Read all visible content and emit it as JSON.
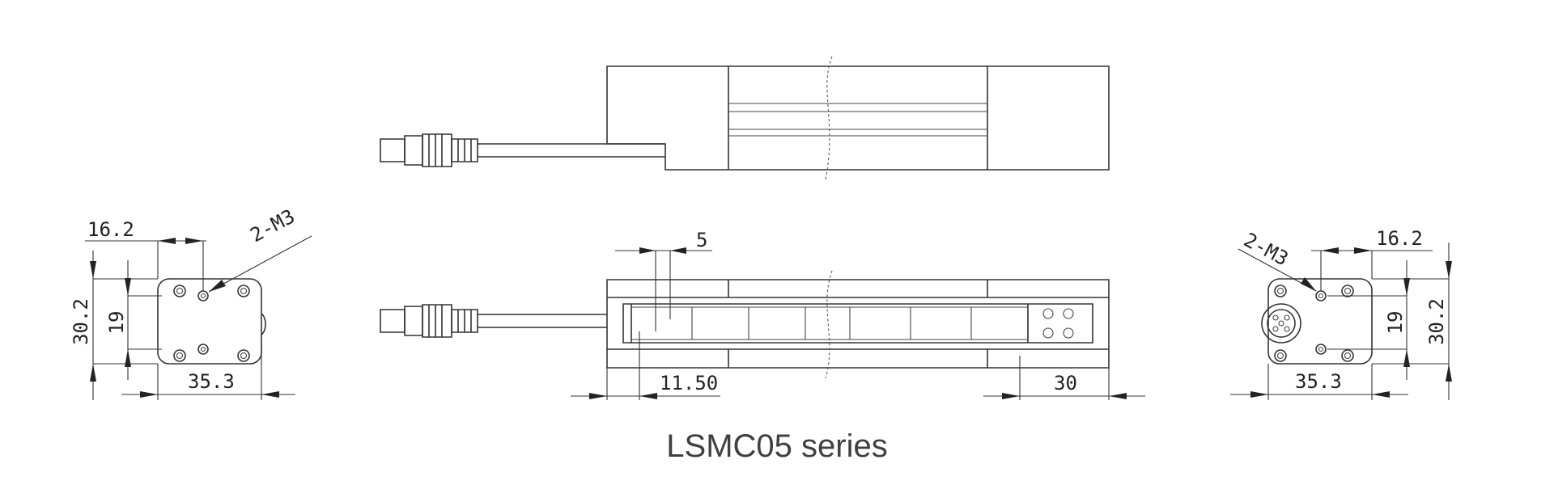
{
  "caption": "LSMC05 series",
  "left_view": {
    "dim_top": "16.2",
    "dim_height": "30.2",
    "dim_inner_height": "19",
    "dim_width": "35.3",
    "hole_label": "2-M3"
  },
  "right_view": {
    "dim_top": "16.2",
    "dim_height": "30.2",
    "dim_inner_height": "19",
    "dim_width": "35.3",
    "hole_label": "2-M3"
  },
  "bottom_view": {
    "dim_slot": "5",
    "dim_offset": "11.50",
    "dim_end": "30"
  }
}
